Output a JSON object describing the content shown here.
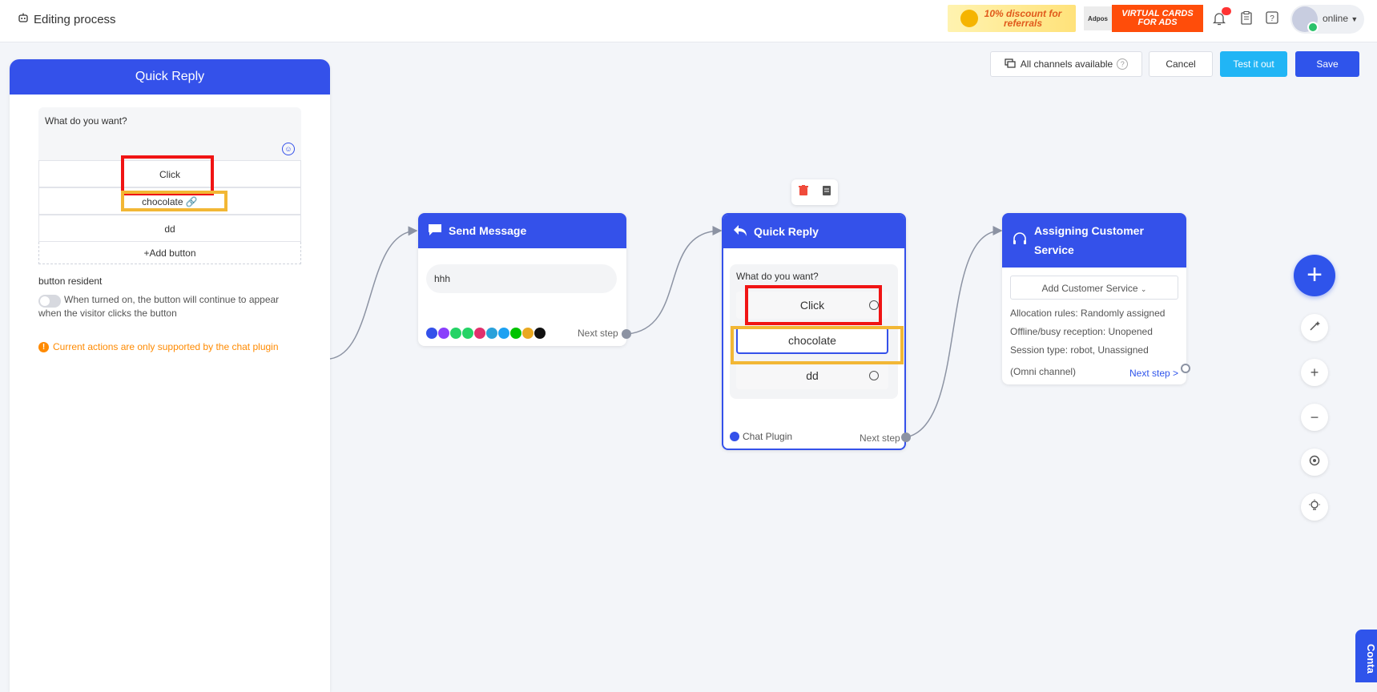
{
  "header": {
    "title": "Editing process",
    "banner_discount": "10% discount for referrals",
    "banner_adpos": "Adpos",
    "banner_virtual": "VIRTUAL CARDS FOR ADS",
    "status": "online",
    "icons": [
      "robot-icon",
      "bell-icon",
      "clipboard-icon",
      "help-icon",
      "chevron-down-icon"
    ]
  },
  "toolbar": {
    "channels": "All channels available",
    "cancel": "Cancel",
    "test": "Test it out",
    "save": "Save"
  },
  "panel": {
    "title": "Quick Reply",
    "message": "What do you want?",
    "buttons": [
      "Click",
      "chocolate",
      "dd"
    ],
    "add_button": "+Add button",
    "resident_label": "button resident",
    "resident_desc": "When turned on, the button will continue to appear when the visitor clicks the button",
    "warning": "Current actions are only supported by the chat plugin"
  },
  "nodes": {
    "send_message": {
      "title": "Send Message",
      "text": "hhh",
      "next": "Next step"
    },
    "quick_reply": {
      "title": "Quick Reply",
      "message": "What do you want?",
      "buttons": [
        "Click",
        "chocolate",
        "dd"
      ],
      "channel": "Chat Plugin",
      "next": "Next step"
    },
    "assign": {
      "title": "Assigning Customer Service",
      "add": "Add Customer Service",
      "allocation": "Allocation rules: Randomly assigned",
      "offline": "Offline/busy reception: Unopened",
      "session": "Session type: robot, Unassigned",
      "omni": "(Omni channel)",
      "next": "Next step >"
    }
  },
  "side": {
    "contact": "Conta"
  },
  "colors": {
    "primary": "#3451ea",
    "accent": "#21b5f5",
    "warning": "#ff8a00",
    "highlight_red": "#f01414",
    "highlight_yellow": "#f2b735"
  }
}
